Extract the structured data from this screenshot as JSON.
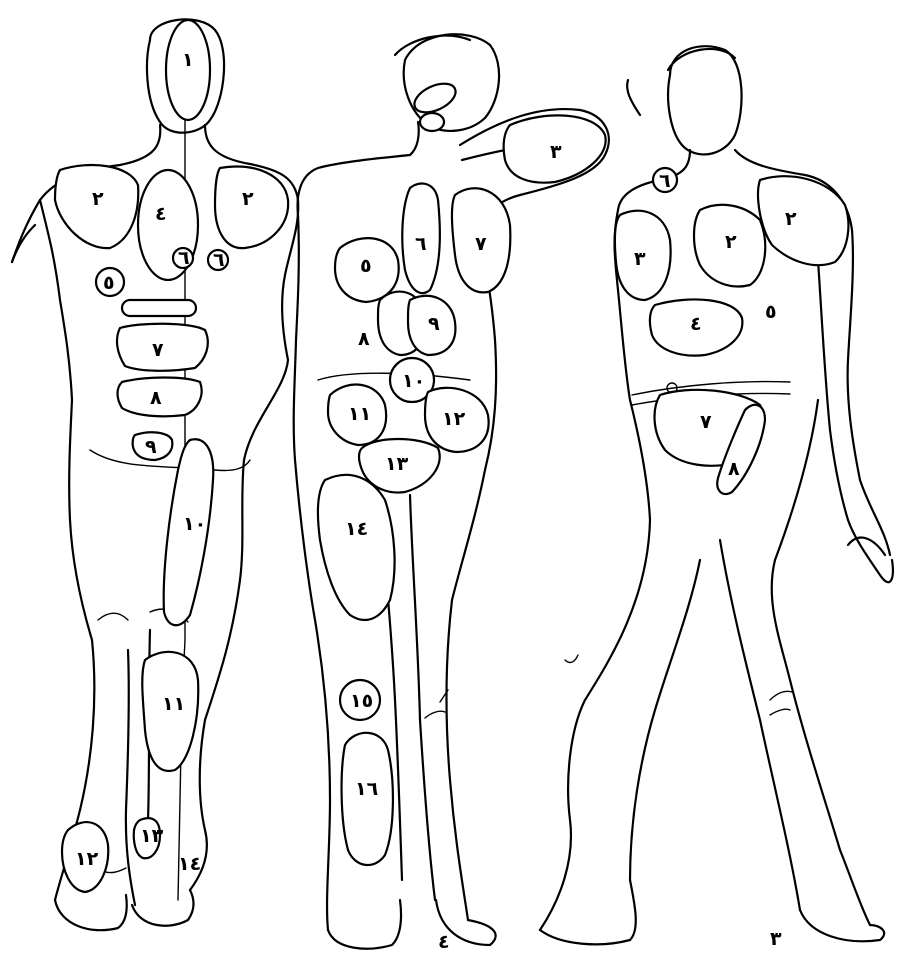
{
  "figures": {
    "back_figure": {
      "labels": [
        "١",
        "٢",
        "٢",
        "٤",
        "٥",
        "٦",
        "٦",
        "٧",
        "٨",
        "٩",
        "١٠",
        "١١",
        "١٢",
        "١٣",
        "١٤"
      ]
    },
    "front_figure": {
      "labels": [
        "٣",
        "٥",
        "٦",
        "٧",
        "٨",
        "٩",
        "١٠",
        "١١",
        "١٢",
        "١٣",
        "١٤",
        "١٥",
        "١٦"
      ]
    },
    "side_figure": {
      "labels": [
        "٢",
        "٢",
        "٣",
        "٤",
        "٥",
        "٦",
        "٧",
        "٨"
      ]
    }
  },
  "ground_marks": [
    "٤",
    "٣"
  ]
}
